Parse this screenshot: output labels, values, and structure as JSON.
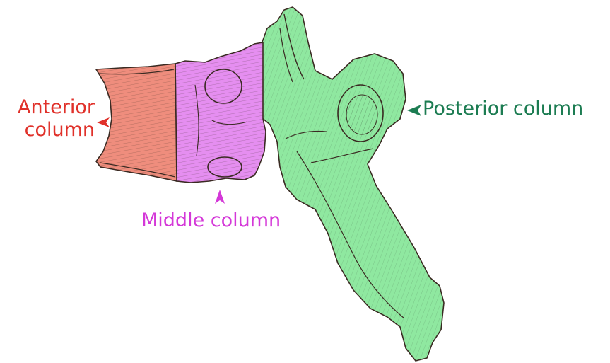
{
  "colors": {
    "anterior": "#ef8d7d",
    "anterior_text": "#e0312a",
    "middle": "#e58ef0",
    "middle_text": "#d438d8",
    "posterior": "#8fe8a0",
    "posterior_text": "#1c7c52",
    "outline": "#3a2a22"
  },
  "labels": {
    "anterior_line1": "Anterior",
    "anterior_line2": "column",
    "middle": "Middle column",
    "posterior": "Posterior column"
  }
}
